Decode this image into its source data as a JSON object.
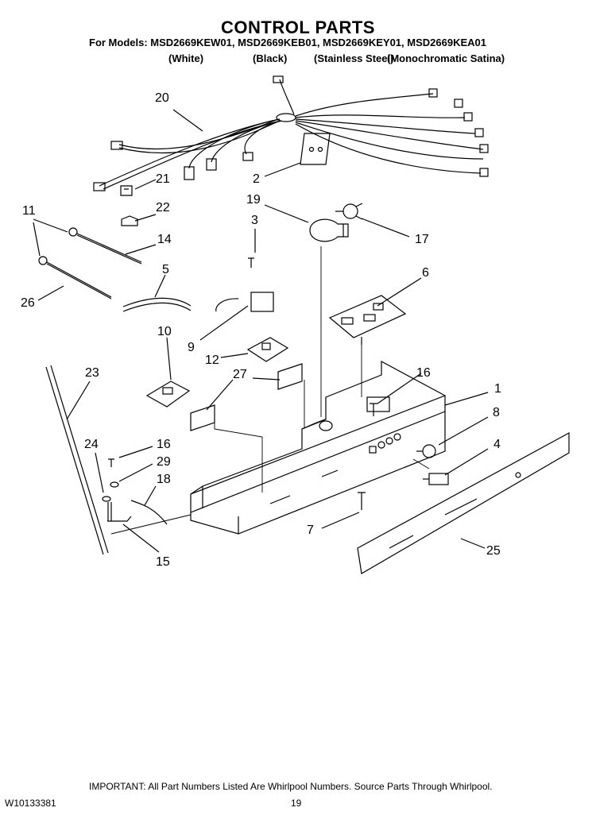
{
  "header": {
    "title": "CONTROL PARTS",
    "models": "For Models: MSD2669KEW01, MSD2669KEB01, MSD2669KEY01, MSD2669KEA01",
    "variants": [
      "(White)",
      "(Black)",
      "(Stainless Steel)",
      "(Monochromatic Satina)"
    ]
  },
  "callouts": [
    "20",
    "2",
    "21",
    "19",
    "22",
    "3",
    "17",
    "11",
    "14",
    "5",
    "6",
    "26",
    "10",
    "9",
    "12",
    "27",
    "16",
    "23",
    "1",
    "8",
    "24",
    "16",
    "29",
    "4",
    "18",
    "7",
    "15",
    "25"
  ],
  "footer": {
    "note": "IMPORTANT: All Part Numbers Listed Are Whirlpool Numbers. Source Parts Through Whirlpool.",
    "doc_number": "W10133381",
    "page_number": "19"
  }
}
